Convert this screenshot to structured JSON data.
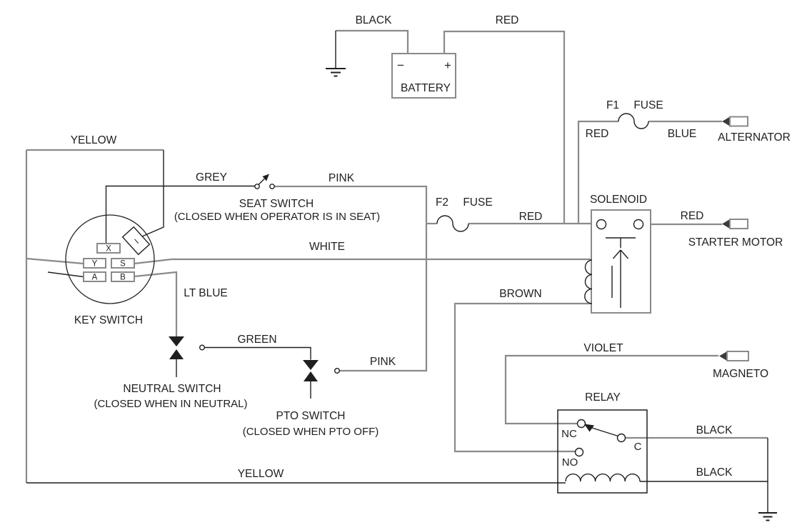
{
  "colors": {
    "wire_grey": "#8a8a8a",
    "line_black": "#1f1f1f",
    "background": "#ffffff"
  },
  "battery": {
    "label": "BATTERY",
    "minus": "−",
    "plus": "+",
    "negative_wire": "BLACK",
    "positive_wire": "RED"
  },
  "alternator_circuit": {
    "fuse_id": "F1",
    "fuse_label": "FUSE",
    "wire_in": "RED",
    "wire_out": "BLUE",
    "device": "ALTERNATOR"
  },
  "starter_circuit": {
    "fuse_id": "F2",
    "fuse_label": "FUSE",
    "wire_in": "RED",
    "solenoid_label": "SOLENOID",
    "wire_out": "RED",
    "device": "STARTER MOTOR"
  },
  "key_switch": {
    "label": "KEY SWITCH",
    "terminals": {
      "x": "X",
      "y": "Y",
      "s": "S",
      "a": "A",
      "b": "B",
      "i": "I"
    }
  },
  "seat_switch": {
    "label": "SEAT SWITCH",
    "caption": "(CLOSED WHEN OPERATOR IS IN SEAT)",
    "wire_in": "GREY",
    "wire_out": "PINK"
  },
  "neutral_switch": {
    "label": "NEUTRAL SWITCH",
    "caption": "(CLOSED WHEN IN NEUTRAL)",
    "wire_in": "LT BLUE",
    "wire_out": "GREEN"
  },
  "pto_switch": {
    "label": "PTO SWITCH",
    "caption": "(CLOSED WHEN PTO OFF)",
    "wire_out": "PINK"
  },
  "magneto_circuit": {
    "wire": "VIOLET",
    "device": "MAGNETO"
  },
  "relay": {
    "label": "RELAY",
    "terminal_nc": "NC",
    "terminal_c": "C",
    "terminal_no": "NO",
    "wire_c": "BLACK",
    "wire_coil": "BLACK"
  },
  "wires": {
    "yellow_top": "YELLOW",
    "yellow_bottom": "YELLOW",
    "white": "WHITE",
    "brown": "BROWN"
  }
}
